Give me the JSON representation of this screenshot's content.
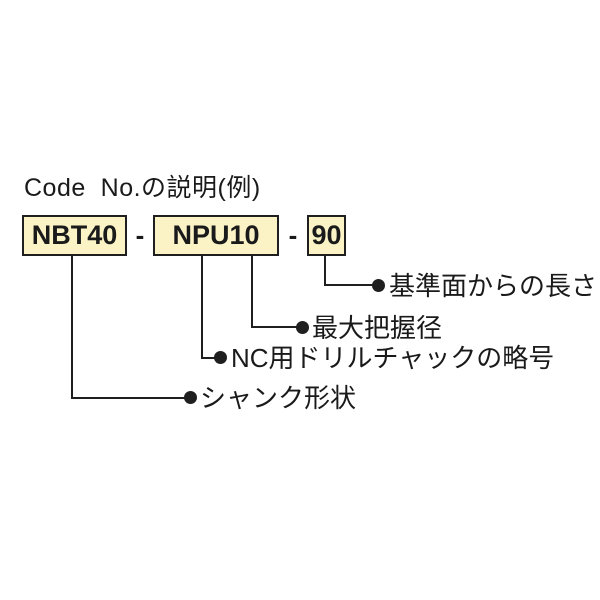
{
  "colors": {
    "box-fill": "#FBF3C6",
    "box-border": "#1F1F1F",
    "line": "#1F1F1F",
    "text": "#1A1A1A"
  },
  "heading": "Code  No.の説明(例)",
  "code": {
    "separator": "-",
    "segments": [
      {
        "label": "NBT40"
      },
      {
        "label": "NPU10"
      },
      {
        "label": "90"
      }
    ]
  },
  "legend": [
    {
      "label": "基準面からの長さ"
    },
    {
      "label": "最大把握径"
    },
    {
      "label": "NC用ドリルチャックの略号"
    },
    {
      "label": "シャンク形状"
    }
  ]
}
